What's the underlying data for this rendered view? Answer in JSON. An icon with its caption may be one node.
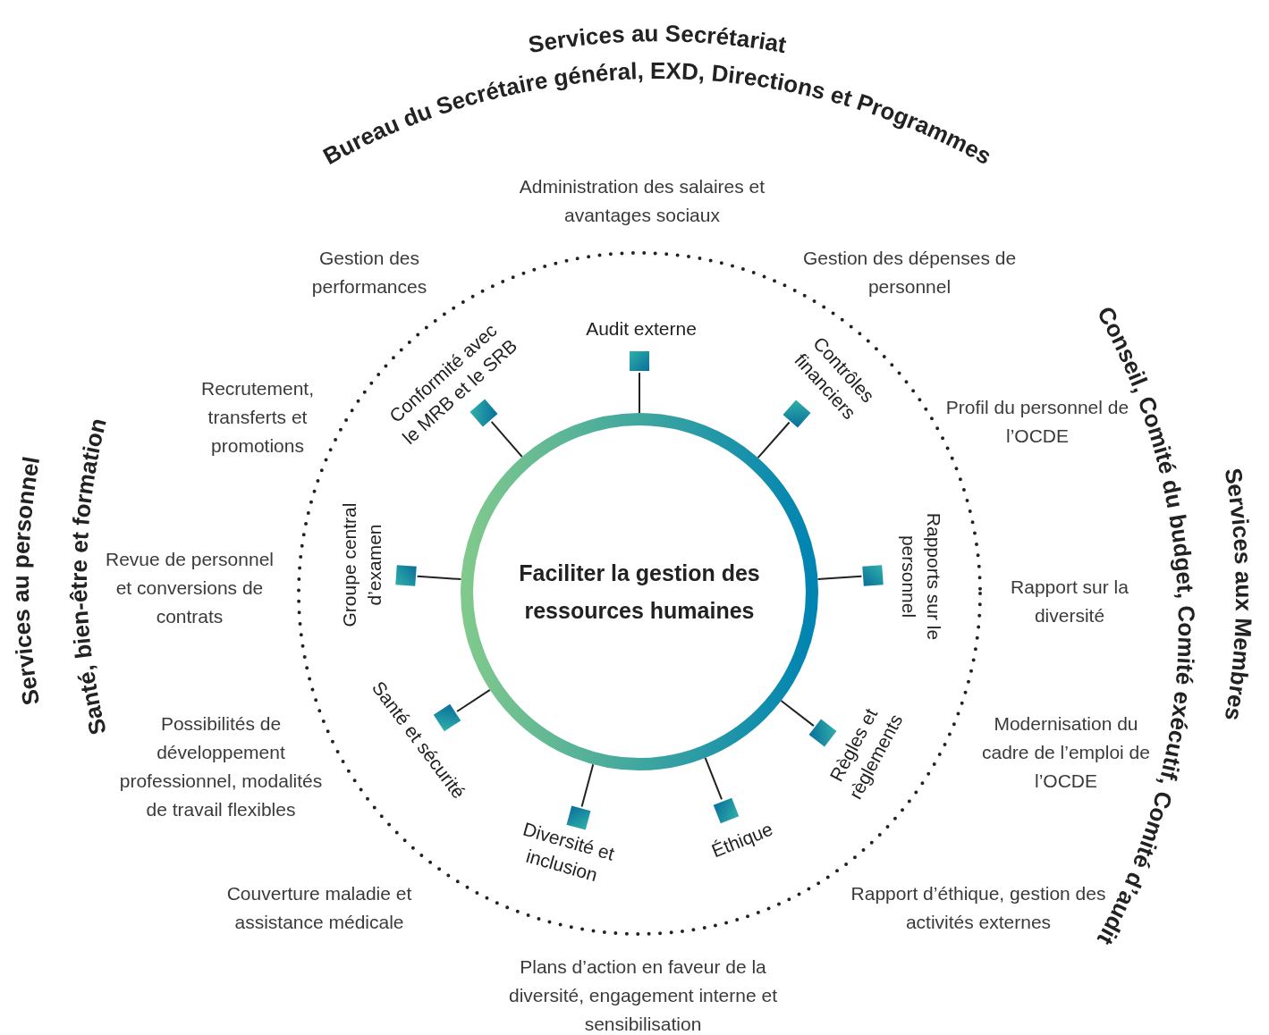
{
  "diagram": {
    "nodes": [
      {
        "text": [
          "Faciliter la gestion des ressources humaines"
        ]
      },
      {
        "text": [],
        "shape": "box",
        "beside": [
          "Audit externe"
        ]
      },
      {
        "text": [],
        "shape": "box",
        "beside": [
          "Contrôles financiers"
        ]
      },
      {
        "text": [],
        "shape": "box",
        "beside": [
          "Rapports sur le personnel"
        ]
      },
      {
        "text": [],
        "shape": "box",
        "beside": [
          "Règles et règlements"
        ]
      },
      {
        "text": [],
        "shape": "box",
        "beside": [
          "Éthique"
        ]
      },
      {
        "text": [],
        "shape": "box",
        "beside": [
          "Diversité et inclusion"
        ]
      },
      {
        "text": [],
        "shape": "box",
        "beside": [
          "Santé et sécurité"
        ]
      },
      {
        "text": [],
        "shape": "box",
        "beside": [
          "Groupe central d’examen"
        ]
      },
      {
        "text": [],
        "shape": "box",
        "beside": [
          "Conformité avec le MRB et le SRB"
        ]
      }
    ],
    "edges": [
      {
        "from": 0,
        "to": 1,
        "arrow": "none"
      },
      {
        "from": 0,
        "to": 2,
        "arrow": "none"
      },
      {
        "from": 0,
        "to": 3,
        "arrow": "none"
      },
      {
        "from": 0,
        "to": 4,
        "arrow": "none"
      },
      {
        "from": 0,
        "to": 5,
        "arrow": "none"
      },
      {
        "from": 0,
        "to": 6,
        "arrow": "none"
      },
      {
        "from": 0,
        "to": 7,
        "arrow": "none"
      },
      {
        "from": 0,
        "to": 8,
        "arrow": "none"
      },
      {
        "from": 0,
        "to": 9,
        "arrow": "none"
      }
    ],
    "labels": [
      "Services au Secrétariat",
      "Bureau du Secrétaire général, EXD, Directions et Programmes",
      "Services aux Membres",
      "Conseil, Comité du budget, Comité exécutif, Comité d’audit",
      "Services au personnel",
      "Santé, bien-être et formation",
      "Administration des salaires et avantages sociaux",
      "Gestion des dépenses de personnel",
      "Profil du personnel de l’OCDE",
      "Rapport sur la diversité",
      "Modernisation du cadre de l’emploi de l’OCDE",
      "Rapport d’éthique, gestion des activités externes",
      "Plans d’action en faveur de la diversité, engagement interne et sensibilisation",
      "Couverture maladie et assistance médicale",
      "Possibilités de développement professionnel, modalités de travail flexibles",
      "Revue de personnel et conversions de contrats",
      "Recrutement, transferts et promotions",
      "Gestion des performances"
    ]
  }
}
